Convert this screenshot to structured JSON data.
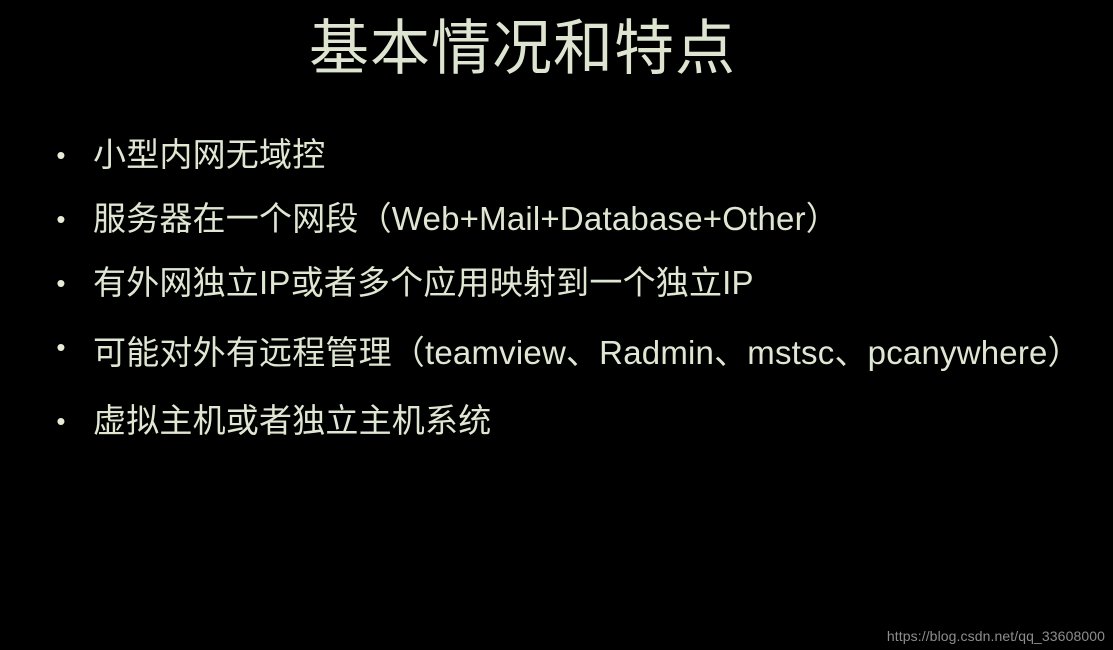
{
  "slide": {
    "background_color": "#000000",
    "text_color": "#dde5d0",
    "title": "基本情况和特点",
    "bullet_marker": "•",
    "bullets": [
      {
        "text": "小型内网无域控"
      },
      {
        "text": "服务器在一个网段（Web+Mail+Database+Other）"
      },
      {
        "text": "有外网独立IP或者多个应用映射到一个独立IP"
      },
      {
        "text": "可能对外有远程管理（teamview、Radmin、mstsc、pcanywhere）"
      },
      {
        "text": "虚拟主机或者独立主机系统"
      }
    ]
  },
  "watermark": {
    "text": "https://blog.csdn.net/qq_33608000",
    "color": "#8d8d8d"
  }
}
